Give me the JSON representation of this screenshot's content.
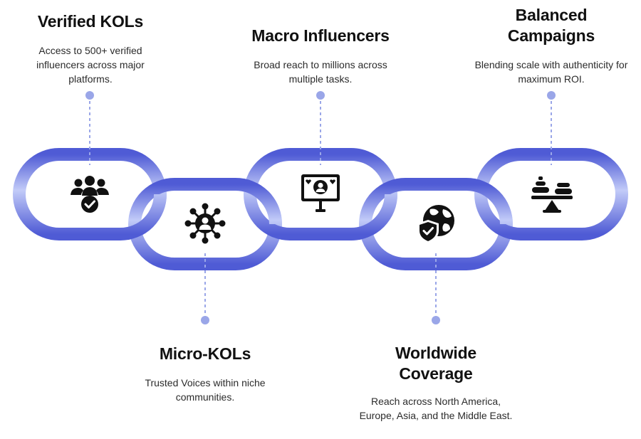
{
  "colors": {
    "ring_dark": "#4f5bd5",
    "ring_light": "#b8c2f7",
    "connector": "#9aa6e8",
    "icon": "#111111",
    "text": "#111111"
  },
  "steps": [
    {
      "title": "Verified KOLs",
      "description": "Access to 500+ verified influencers across major platforms.",
      "icon": "verified-users-icon"
    },
    {
      "title": "Micro-KOLs",
      "description": "Trusted Voices within niche communities.",
      "icon": "network-person-icon"
    },
    {
      "title": "Macro Influencers",
      "description": "Broad reach to millions across multiple tasks.",
      "icon": "influencer-screen-icon"
    },
    {
      "title": "Worldwide Coverage",
      "description": "Reach across North America, Europe, Asia, and the Middle East.",
      "icon": "globe-shield-icon"
    },
    {
      "title": "Balanced Campaigns",
      "description": "Blending scale with authenticity for maximum ROI.",
      "icon": "balance-scale-icon"
    }
  ]
}
